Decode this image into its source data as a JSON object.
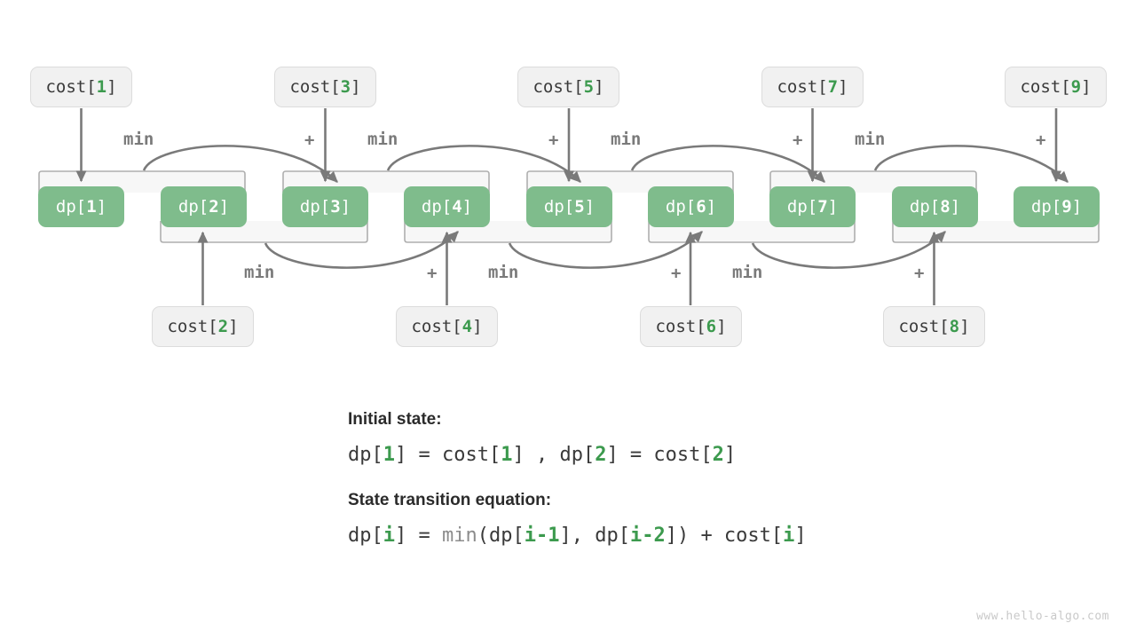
{
  "diagram": {
    "title": "Min cost climbing stairs DP diagram",
    "colors": {
      "dp_fill": "#7FBC8C",
      "dp_text": "#FFFFFF",
      "cost_fill": "#F1F1F1",
      "cost_border": "#DCDCDC",
      "cost_text": "#3A3A3A",
      "index_green": "#3C9A4E",
      "arrow_gray": "#7A7A7A",
      "bracket_fill": "#F7F7F7",
      "bracket_border": "#AFAFAF",
      "watermark": "#C9C9C9"
    },
    "dp_cells": [
      {
        "label": "dp[",
        "index": "1",
        "close": "]"
      },
      {
        "label": "dp[",
        "index": "2",
        "close": "]"
      },
      {
        "label": "dp[",
        "index": "3",
        "close": "]"
      },
      {
        "label": "dp[",
        "index": "4",
        "close": "]"
      },
      {
        "label": "dp[",
        "index": "5",
        "close": "]"
      },
      {
        "label": "dp[",
        "index": "6",
        "close": "]"
      },
      {
        "label": "dp[",
        "index": "7",
        "close": "]"
      },
      {
        "label": "dp[",
        "index": "8",
        "close": "]"
      },
      {
        "label": "dp[",
        "index": "9",
        "close": "]"
      }
    ],
    "cost_cells_top": [
      {
        "label": "cost[",
        "index": "1",
        "close": "]"
      },
      {
        "label": "cost[",
        "index": "3",
        "close": "]"
      },
      {
        "label": "cost[",
        "index": "5",
        "close": "]"
      },
      {
        "label": "cost[",
        "index": "7",
        "close": "]"
      },
      {
        "label": "cost[",
        "index": "9",
        "close": "]"
      }
    ],
    "cost_cells_bottom": [
      {
        "label": "cost[",
        "index": "2",
        "close": "]"
      },
      {
        "label": "cost[",
        "index": "4",
        "close": "]"
      },
      {
        "label": "cost[",
        "index": "6",
        "close": "]"
      },
      {
        "label": "cost[",
        "index": "8",
        "close": "]"
      }
    ],
    "op_labels_top": [
      {
        "text": "min"
      },
      {
        "text": "+"
      },
      {
        "text": "min"
      },
      {
        "text": "+"
      },
      {
        "text": "min"
      },
      {
        "text": "+"
      },
      {
        "text": "min"
      },
      {
        "text": "+"
      }
    ],
    "op_labels_bottom": [
      {
        "text": "min"
      },
      {
        "text": "+"
      },
      {
        "text": "min"
      },
      {
        "text": "+"
      },
      {
        "text": "min"
      },
      {
        "text": "+"
      }
    ]
  },
  "text": {
    "initial_state_heading": "Initial state:",
    "initial_state_formula": {
      "p1": "dp[",
      "g1": "1",
      "p2": "] = cost[",
      "g2": "1",
      "p3": "] , dp[",
      "g3": "2",
      "p4": "] = cost[",
      "g4": "2",
      "p5": "]"
    },
    "transition_heading": "State transition equation:",
    "transition_formula": {
      "p1": "dp[",
      "g1": "i",
      "p2": "] = ",
      "gray1": "min",
      "p3": "(dp[",
      "g2": "i-1",
      "p4": "], dp[",
      "g3": "i-2",
      "p5": "]) + cost[",
      "g4": "i",
      "p6": "]"
    }
  },
  "watermark": "www.hello-algo.com"
}
